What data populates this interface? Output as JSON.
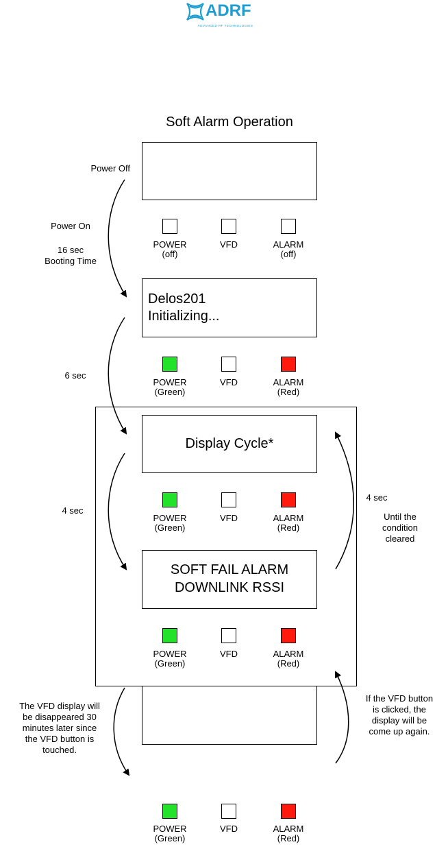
{
  "logo": {
    "text": "ADRF",
    "subtitle": "ADVANCED RF TECHNOLOGIES"
  },
  "title": "Soft Alarm Operation",
  "steps": [
    {
      "screen": [],
      "leds": {
        "power": "POWER",
        "power_state": "(off)",
        "vfd": "VFD",
        "alarm": "ALARM",
        "alarm_state": "(off)"
      }
    },
    {
      "screen": [
        "Delos201",
        "Initializing..."
      ],
      "leds": {
        "power": "POWER",
        "power_state": "(Green)",
        "vfd": "VFD",
        "alarm": "ALARM",
        "alarm_state": "(Red)"
      }
    },
    {
      "screen": [
        "Display Cycle*"
      ],
      "leds": {
        "power": "POWER",
        "power_state": "(Green)",
        "vfd": "VFD",
        "alarm": "ALARM",
        "alarm_state": "(Red)"
      }
    },
    {
      "screen": [
        "SOFT FAIL ALARM",
        "DOWNLINK RSSI"
      ],
      "leds": {
        "power": "POWER",
        "power_state": "(Green)",
        "vfd": "VFD",
        "alarm": "ALARM",
        "alarm_state": "(Red)"
      }
    },
    {
      "screen": [],
      "leds": {
        "power": "POWER",
        "power_state": "(Green)",
        "vfd": "VFD",
        "alarm": "ALARM",
        "alarm_state": "(Red)"
      }
    }
  ],
  "notes": {
    "power_off": "Power Off",
    "power_on": "Power On",
    "booting": [
      "16 sec",
      "Booting Time"
    ],
    "six_sec": "6 sec",
    "four_sec_left": "4 sec",
    "four_sec_right": "4 sec",
    "until": [
      "Until the",
      "condition",
      "cleared"
    ],
    "vfd_disappear": [
      "The VFD display will",
      "be disappeared 30",
      "minutes later since",
      "the VFD button is",
      "touched."
    ],
    "vfd_clicked": [
      "If the VFD button",
      "is clicked,  the",
      "display will be",
      "come up again."
    ]
  },
  "colors": {
    "led_green": "#22e22a",
    "led_red": "#ff1a0d",
    "led_off": "#ffffff",
    "logo": "#1f9cd0"
  }
}
